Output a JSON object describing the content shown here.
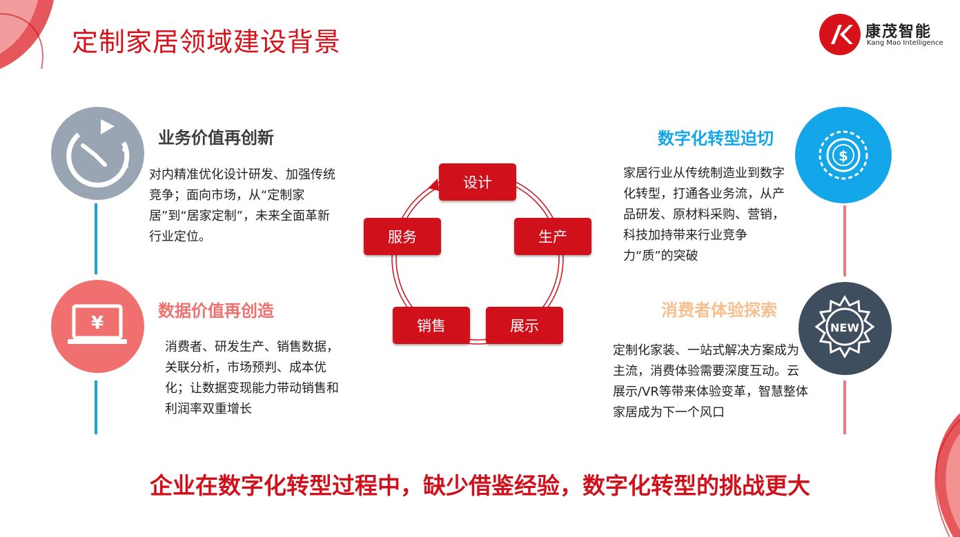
{
  "title": "定制家居领域建设背景",
  "logo": {
    "name_cn": "康茂智能",
    "name_en": "Kang Mao Intelligence"
  },
  "sections": {
    "top_left": {
      "title": "业务价值再创新",
      "body": "对内精准优化设计研发、加强传统竞争；面向市场，从“定制家居”到“居家定制”，未来全面革新行业定位。"
    },
    "bottom_left": {
      "title": "数据价值再创造",
      "body": "消费者、研发生产、销售数据，关联分析，市场预判、成本优化；让数据变现能力带动销售和利润率双重增长"
    },
    "top_right": {
      "title": "数字化转型迫切",
      "body": "家居行业从传统制造业到数字化转型，打通各业务流，从产品研发、原材料采购、营销，科技加持带来行业竞争力“质”的突破"
    },
    "bottom_right": {
      "title": "消费者体验探索",
      "body": "定制化家装、一站式解决方案成为主流，消费体验需要深度互动。云展示/VR等带来体验变革，智慧整体家居成为下一个风口"
    }
  },
  "icons": {
    "top_left": "clock-arrow-icon",
    "bottom_left": "laptop-yen-icon",
    "top_right": "dollar-target-icon",
    "bottom_right": "new-badge-icon",
    "new_label": "NEW",
    "yen_label": "¥",
    "dollar_label": "$"
  },
  "cycle": {
    "nodes": [
      "设计",
      "生产",
      "展示",
      "销售",
      "服务"
    ]
  },
  "conclusion": "企业在数字化转型过程中，缺少借鉴经验，数字化转型的挑战更大",
  "colors": {
    "brand_red": "#d0111c",
    "gray": "#9aa5b4",
    "coral": "#f07070",
    "cyan": "#13a6e8",
    "dark_slate": "#3f4e5e",
    "orange_light": "#f6bf8d",
    "line_blue": "#1aa3e0",
    "line_pink": "#ee7b7b"
  }
}
